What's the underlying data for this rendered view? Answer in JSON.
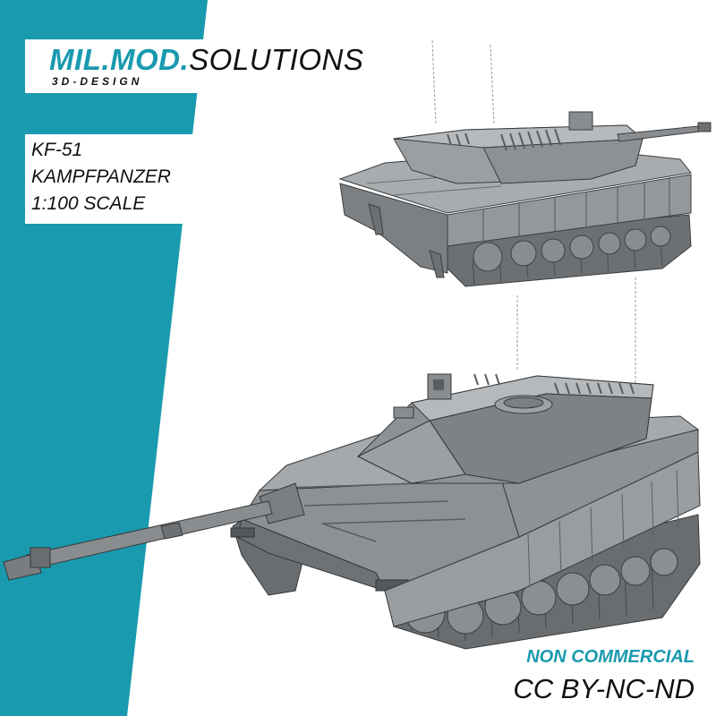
{
  "brand": {
    "name_accent": "MIL.MOD.",
    "name_rest": "SOLUTIONS",
    "tagline": "3D-DESIGN",
    "accent_color": "#1a9aae"
  },
  "model_info": {
    "line1": "KF-51",
    "line2": "KAMPFPANZER",
    "line3": "1:100 SCALE"
  },
  "license": {
    "usage": "NON COMMERCIAL",
    "code": "CC BY-NC-ND"
  },
  "renders": {
    "top_view": "tank-rear-three-quarter-render",
    "main_view": "tank-front-three-quarter-render",
    "hull_color": "#8c8f92"
  }
}
